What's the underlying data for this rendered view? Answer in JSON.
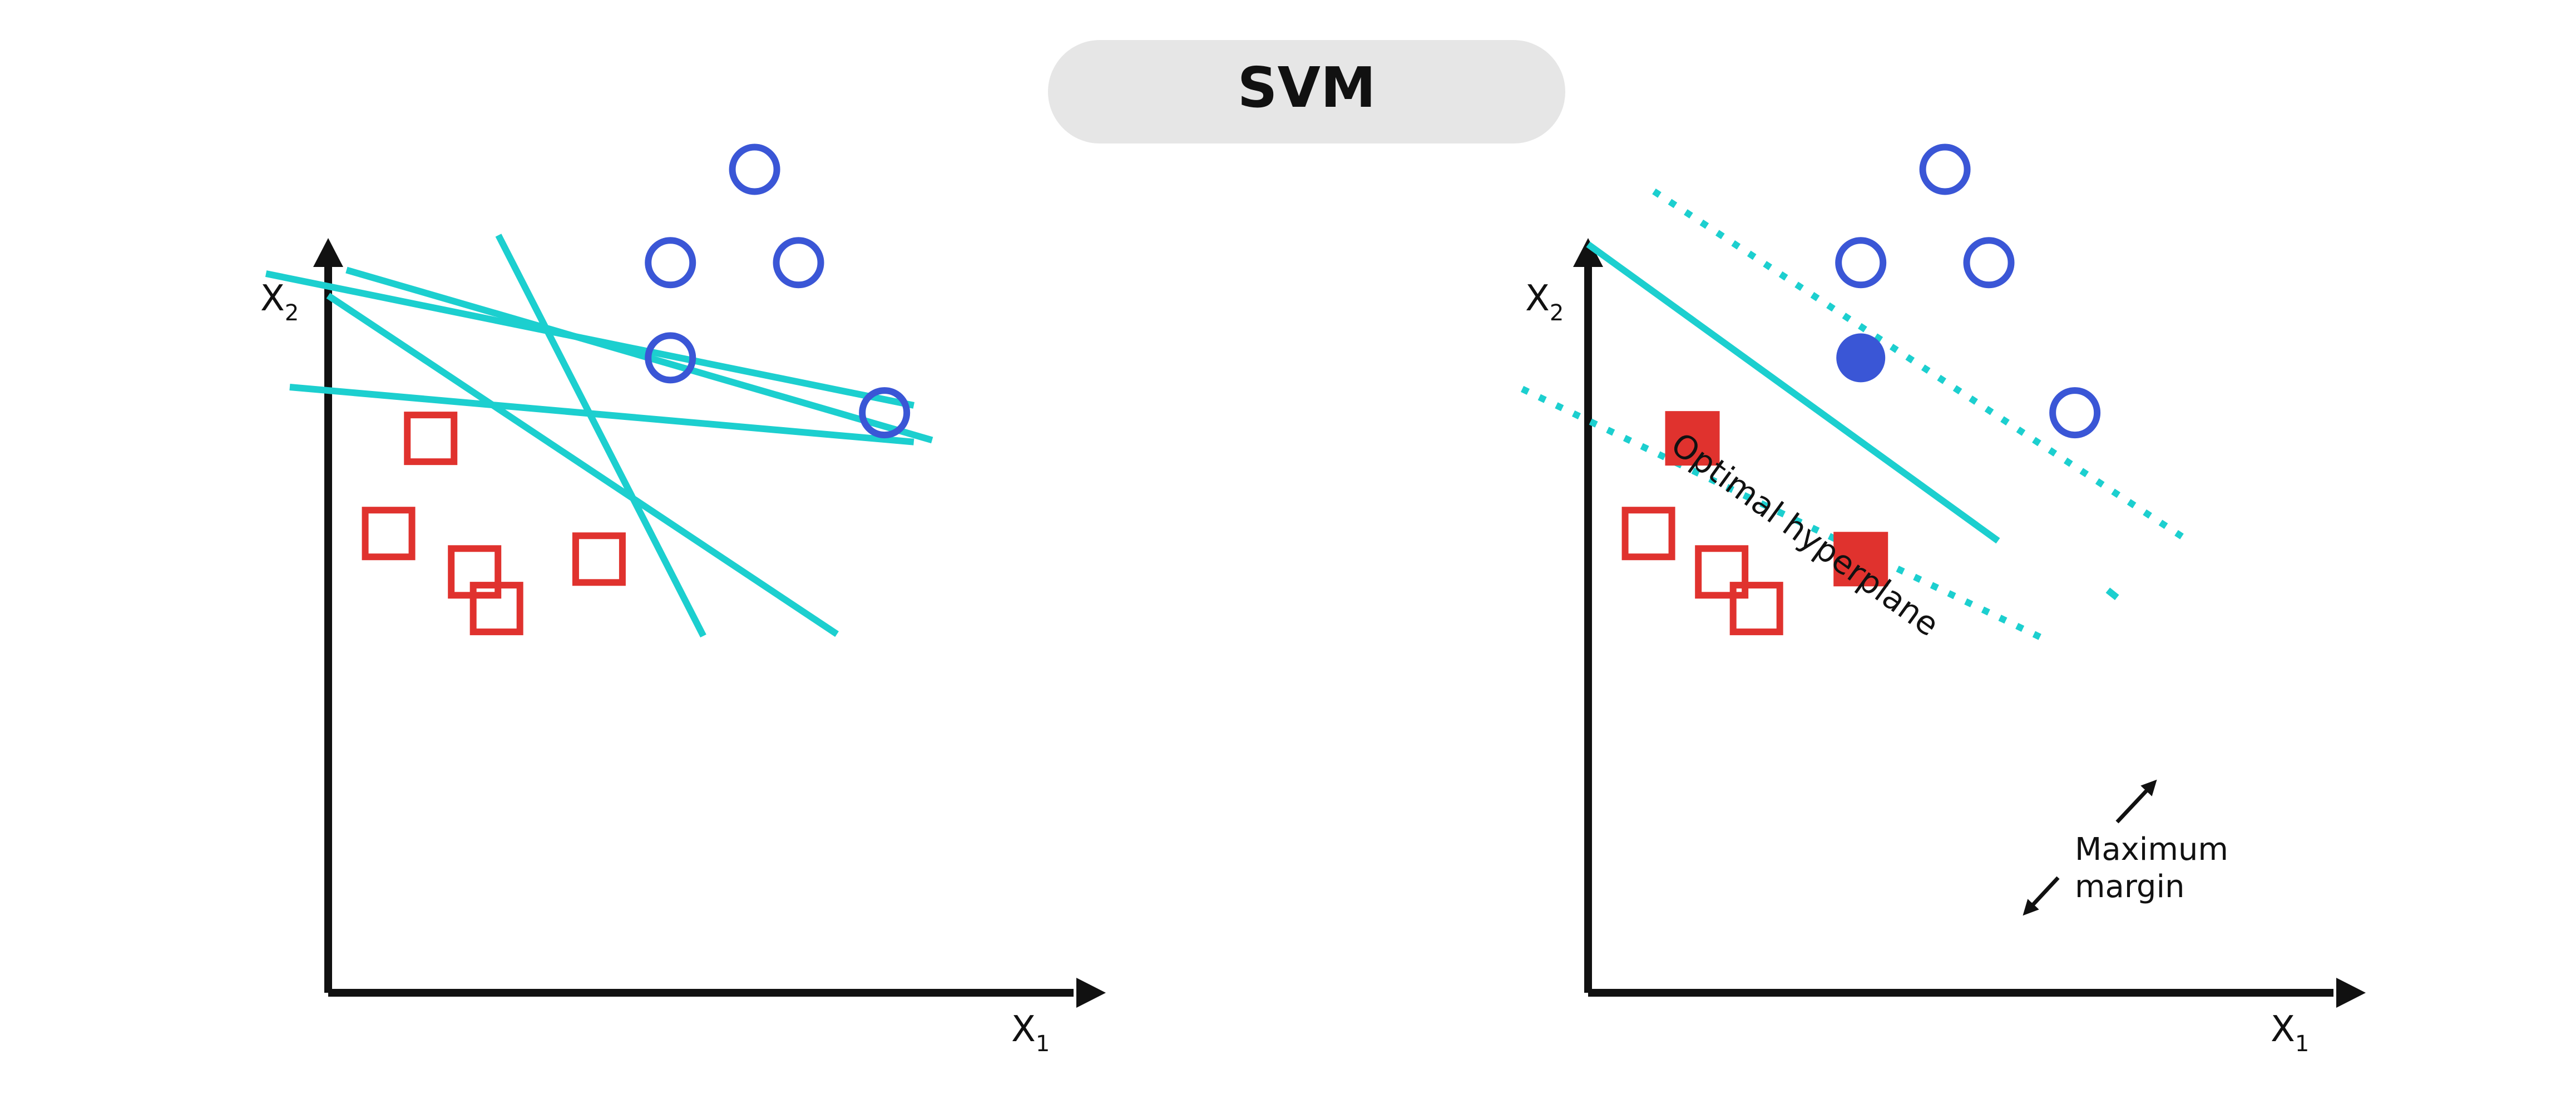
{
  "title": "SVM",
  "colors": {
    "title_bg": "#e6e6e6",
    "axis": "#111111",
    "line": "#1ccfcf",
    "circle": "#3a56d6",
    "square": "#e0322e"
  },
  "left_panel": {
    "x_label": "X",
    "x_sub": "1",
    "y_label": "X",
    "y_sub": "2",
    "circles": [
      [
        2.33,
        4.5
      ],
      [
        1.87,
        3.99
      ],
      [
        2.57,
        3.99
      ],
      [
        1.87,
        3.47
      ],
      [
        3.04,
        3.17
      ]
    ],
    "squares": [
      [
        0.56,
        3.03
      ],
      [
        0.33,
        2.51
      ],
      [
        0.8,
        2.3
      ],
      [
        1.48,
        2.37
      ],
      [
        0.92,
        2.1
      ]
    ],
    "candidate_lines": [
      [
        [
          -0.34,
          3.93
        ],
        [
          3.2,
          3.21
        ]
      ],
      [
        [
          0.1,
          3.95
        ],
        [
          3.3,
          3.02
        ]
      ],
      [
        [
          0.0,
          3.81
        ],
        [
          2.78,
          1.96
        ]
      ],
      [
        [
          -0.21,
          3.31
        ],
        [
          3.2,
          3.01
        ]
      ],
      [
        [
          0.93,
          4.14
        ],
        [
          2.05,
          1.95
        ]
      ]
    ]
  },
  "right_panel": {
    "x_label": "X",
    "x_sub": "1",
    "y_label": "X",
    "y_sub": "2",
    "circles": [
      [
        1.95,
        4.5
      ],
      [
        1.49,
        3.99
      ],
      [
        2.19,
        3.99
      ],
      [
        2.66,
        3.17
      ]
    ],
    "support_circle": [
      1.49,
      3.47
    ],
    "squares": [
      [
        0.33,
        2.51
      ],
      [
        0.73,
        2.3
      ],
      [
        0.92,
        2.1
      ]
    ],
    "support_squares": [
      [
        0.57,
        3.03
      ],
      [
        1.49,
        2.37
      ]
    ],
    "hyperplane": [
      [
        0.0,
        4.09
      ],
      [
        2.24,
        2.47
      ]
    ],
    "margin_upper": [
      [
        0.36,
        4.38
      ],
      [
        3.25,
        2.49
      ]
    ],
    "margin_lower": [
      [
        -0.36,
        3.3
      ],
      [
        2.52,
        1.92
      ]
    ],
    "margin_upper_tail": [
      [
        2.84,
        2.2
      ],
      [
        2.89,
        2.16
      ]
    ],
    "hyperplane_label": "Optimal hyperplane",
    "margin_label_line1": "Maximum",
    "margin_label_line2": "margin"
  }
}
